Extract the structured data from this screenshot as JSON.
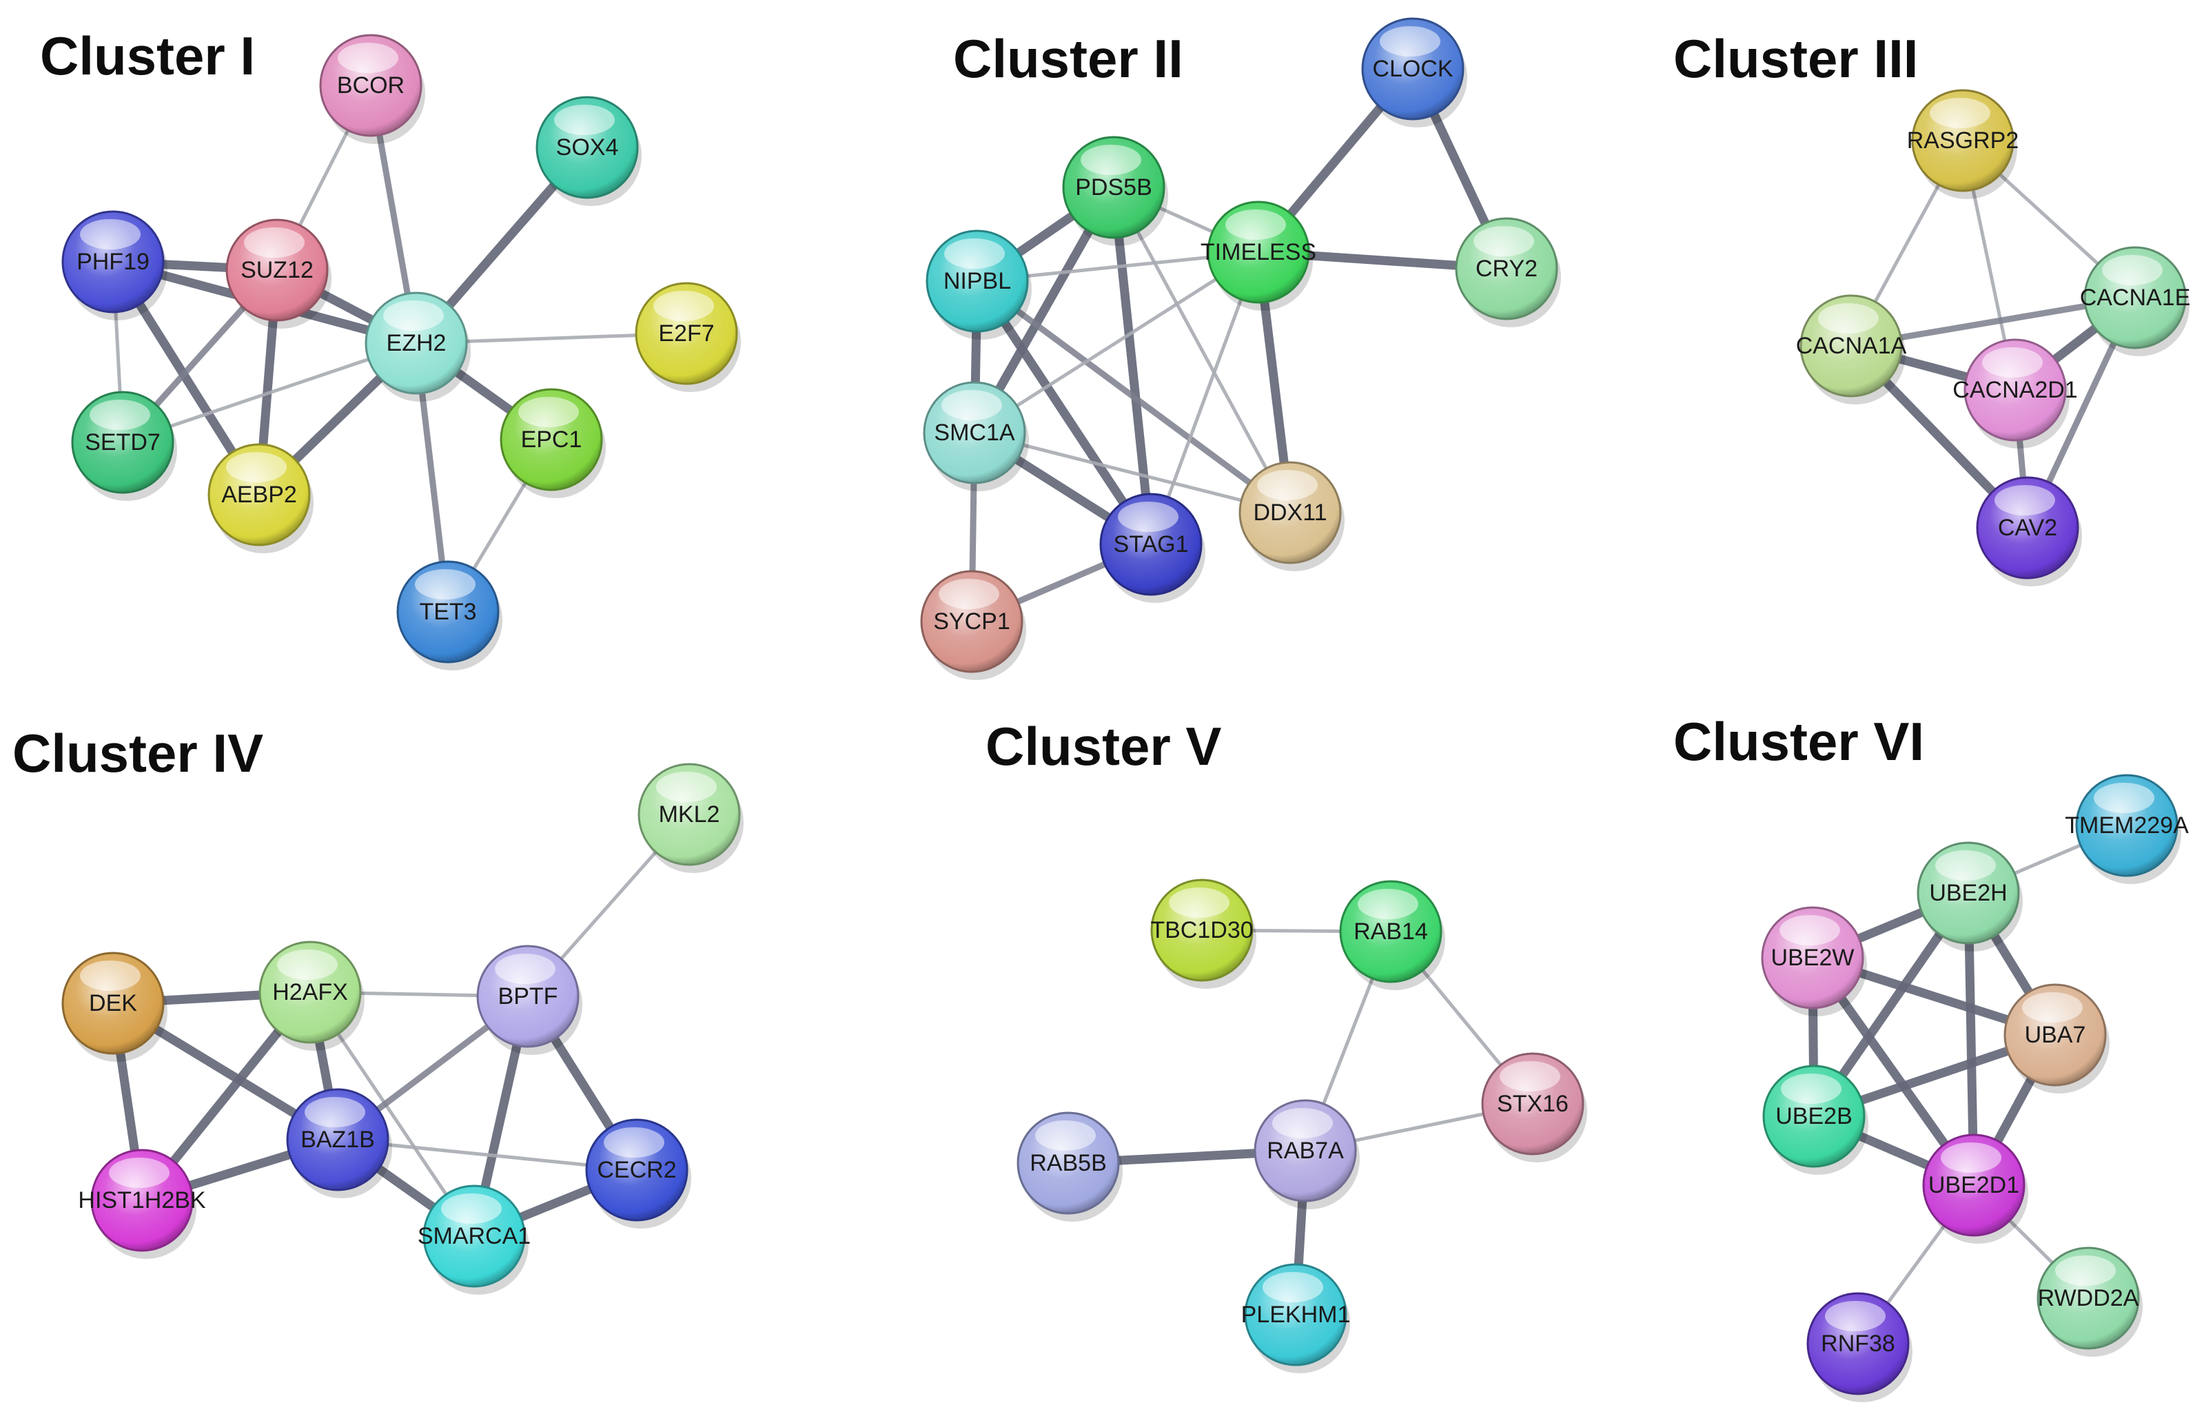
{
  "clusters": [
    {
      "title": "Cluster I",
      "nodes": [
        {
          "id": "BCOR",
          "label": "BCOR",
          "color": "#e08bbd"
        },
        {
          "id": "SOX4",
          "label": "SOX4",
          "color": "#3cc9a8"
        },
        {
          "id": "PHF19",
          "label": "PHF19",
          "color": "#4a4fd6"
        },
        {
          "id": "SUZ12",
          "label": "SUZ12",
          "color": "#e07f95"
        },
        {
          "id": "EZH2",
          "label": "EZH2",
          "color": "#8fe0d2"
        },
        {
          "id": "E2F7",
          "label": "E2F7",
          "color": "#d6d63a"
        },
        {
          "id": "SETD7",
          "label": "SETD7",
          "color": "#3cc27a"
        },
        {
          "id": "AEBP2",
          "label": "AEBP2",
          "color": "#d9d63c"
        },
        {
          "id": "EPC1",
          "label": "EPC1",
          "color": "#7fd43c"
        },
        {
          "id": "TET3",
          "label": "TET3",
          "color": "#3a86d6"
        }
      ],
      "edges": [
        [
          "BCOR",
          "SUZ12",
          "weak"
        ],
        [
          "BCOR",
          "EZH2",
          "medium"
        ],
        [
          "SOX4",
          "EZH2",
          "strong"
        ],
        [
          "PHF19",
          "SUZ12",
          "strong"
        ],
        [
          "PHF19",
          "EZH2",
          "strong"
        ],
        [
          "PHF19",
          "SETD7",
          "weak"
        ],
        [
          "PHF19",
          "AEBP2",
          "strong"
        ],
        [
          "SUZ12",
          "EZH2",
          "strong"
        ],
        [
          "SUZ12",
          "SETD7",
          "medium"
        ],
        [
          "SUZ12",
          "AEBP2",
          "strong"
        ],
        [
          "EZH2",
          "E2F7",
          "weak"
        ],
        [
          "EZH2",
          "SETD7",
          "weak"
        ],
        [
          "EZH2",
          "AEBP2",
          "strong"
        ],
        [
          "EZH2",
          "EPC1",
          "strong"
        ],
        [
          "EZH2",
          "TET3",
          "medium"
        ],
        [
          "EPC1",
          "TET3",
          "weak"
        ]
      ]
    },
    {
      "title": "Cluster II",
      "nodes": [
        {
          "id": "CLOCK",
          "label": "CLOCK",
          "color": "#4a78d6"
        },
        {
          "id": "PDS5B",
          "label": "PDS5B",
          "color": "#3cc96a"
        },
        {
          "id": "TIMELESS",
          "label": "TIMELESS",
          "color": "#3cd45a"
        },
        {
          "id": "NIPBL",
          "label": "NIPBL",
          "color": "#3cc9c9"
        },
        {
          "id": "CRY2",
          "label": "CRY2",
          "color": "#8fd9a0"
        },
        {
          "id": "SMC1A",
          "label": "SMC1A",
          "color": "#8fd9d0"
        },
        {
          "id": "DDX11",
          "label": "DDX11",
          "color": "#d9c08f"
        },
        {
          "id": "STAG1",
          "label": "STAG1",
          "color": "#3c42c9"
        },
        {
          "id": "SYCP1",
          "label": "SYCP1",
          "color": "#d6938a"
        }
      ],
      "edges": [
        [
          "CLOCK",
          "TIMELESS",
          "strong"
        ],
        [
          "CLOCK",
          "CRY2",
          "strong"
        ],
        [
          "TIMELESS",
          "CRY2",
          "strong"
        ],
        [
          "PDS5B",
          "NIPBL",
          "strong"
        ],
        [
          "PDS5B",
          "TIMELESS",
          "weak"
        ],
        [
          "PDS5B",
          "SMC1A",
          "strong"
        ],
        [
          "PDS5B",
          "STAG1",
          "strong"
        ],
        [
          "PDS5B",
          "DDX11",
          "weak"
        ],
        [
          "NIPBL",
          "TIMELESS",
          "weak"
        ],
        [
          "NIPBL",
          "SMC1A",
          "strong"
        ],
        [
          "NIPBL",
          "STAG1",
          "strong"
        ],
        [
          "NIPBL",
          "DDX11",
          "medium"
        ],
        [
          "TIMELESS",
          "SMC1A",
          "weak"
        ],
        [
          "TIMELESS",
          "DDX11",
          "strong"
        ],
        [
          "TIMELESS",
          "STAG1",
          "weak"
        ],
        [
          "SMC1A",
          "STAG1",
          "strong"
        ],
        [
          "SMC1A",
          "DDX11",
          "weak"
        ],
        [
          "SMC1A",
          "SYCP1",
          "medium"
        ],
        [
          "STAG1",
          "SYCP1",
          "medium"
        ]
      ]
    },
    {
      "title": "Cluster III",
      "nodes": [
        {
          "id": "RASGRP2",
          "label": "RASGRP2",
          "color": "#d6c24a"
        },
        {
          "id": "CACNA1E",
          "label": "CACNA1E",
          "color": "#8fd9a8"
        },
        {
          "id": "CACNA1A",
          "label": "CACNA1A",
          "color": "#b8d98f"
        },
        {
          "id": "CACNA2D1",
          "label": "CACNA2D1",
          "color": "#e08fd6"
        },
        {
          "id": "CAV2",
          "label": "CAV2",
          "color": "#6a3cd6"
        }
      ],
      "edges": [
        [
          "RASGRP2",
          "CACNA1A",
          "weak"
        ],
        [
          "RASGRP2",
          "CACNA2D1",
          "weak"
        ],
        [
          "RASGRP2",
          "CACNA1E",
          "weak"
        ],
        [
          "CACNA1A",
          "CACNA1E",
          "medium"
        ],
        [
          "CACNA1A",
          "CACNA2D1",
          "strong"
        ],
        [
          "CACNA1A",
          "CAV2",
          "strong"
        ],
        [
          "CACNA1E",
          "CACNA2D1",
          "strong"
        ],
        [
          "CACNA1E",
          "CAV2",
          "medium"
        ],
        [
          "CACNA2D1",
          "CAV2",
          "medium"
        ]
      ]
    },
    {
      "title": "Cluster IV",
      "nodes": [
        {
          "id": "MKL2",
          "label": "MKL2",
          "color": "#a8e0a0"
        },
        {
          "id": "DEK",
          "label": "DEK",
          "color": "#d6a04a"
        },
        {
          "id": "H2AFX",
          "label": "H2AFX",
          "color": "#a8e08f"
        },
        {
          "id": "BPTF",
          "label": "BPTF",
          "color": "#b0a8e8"
        },
        {
          "id": "BAZ1B",
          "label": "BAZ1B",
          "color": "#4a4fd6"
        },
        {
          "id": "CECR2",
          "label": "CECR2",
          "color": "#3c52d6"
        },
        {
          "id": "HIST1H2BK",
          "label": "HIST1H2BK",
          "color": "#d63cd6"
        },
        {
          "id": "SMARCA1",
          "label": "SMARCA1",
          "color": "#3cd6d6"
        }
      ],
      "edges": [
        [
          "MKL2",
          "BPTF",
          "weak"
        ],
        [
          "DEK",
          "H2AFX",
          "strong"
        ],
        [
          "DEK",
          "BAZ1B",
          "strong"
        ],
        [
          "DEK",
          "HIST1H2BK",
          "strong"
        ],
        [
          "H2AFX",
          "BPTF",
          "weak"
        ],
        [
          "H2AFX",
          "BAZ1B",
          "strong"
        ],
        [
          "H2AFX",
          "HIST1H2BK",
          "strong"
        ],
        [
          "H2AFX",
          "SMARCA1",
          "weak"
        ],
        [
          "BPTF",
          "BAZ1B",
          "medium"
        ],
        [
          "BPTF",
          "SMARCA1",
          "strong"
        ],
        [
          "BPTF",
          "CECR2",
          "strong"
        ],
        [
          "BAZ1B",
          "HIST1H2BK",
          "strong"
        ],
        [
          "BAZ1B",
          "SMARCA1",
          "strong"
        ],
        [
          "BAZ1B",
          "CECR2",
          "weak"
        ],
        [
          "SMARCA1",
          "CECR2",
          "strong"
        ]
      ]
    },
    {
      "title": "Cluster V",
      "nodes": [
        {
          "id": "TBC1D30",
          "label": "TBC1D30",
          "color": "#b8d93c"
        },
        {
          "id": "RAB14",
          "label": "RAB14",
          "color": "#3cd46a"
        },
        {
          "id": "STX16",
          "label": "STX16",
          "color": "#d68fa8"
        },
        {
          "id": "RAB5B",
          "label": "RAB5B",
          "color": "#a0a8e0"
        },
        {
          "id": "RAB7A",
          "label": "RAB7A",
          "color": "#b0a8e0"
        },
        {
          "id": "PLEKHM1",
          "label": "PLEKHM1",
          "color": "#3cc9d6"
        }
      ],
      "edges": [
        [
          "TBC1D30",
          "RAB14",
          "weak"
        ],
        [
          "RAB14",
          "RAB7A",
          "weak"
        ],
        [
          "RAB14",
          "STX16",
          "weak"
        ],
        [
          "RAB7A",
          "STX16",
          "weak"
        ],
        [
          "RAB5B",
          "RAB7A",
          "strong"
        ],
        [
          "RAB7A",
          "PLEKHM1",
          "strong"
        ]
      ]
    },
    {
      "title": "Cluster VI",
      "nodes": [
        {
          "id": "TMEM229A",
          "label": "TMEM229A",
          "color": "#3cb0d6"
        },
        {
          "id": "UBE2H",
          "label": "UBE2H",
          "color": "#8fd9a8"
        },
        {
          "id": "UBE2W",
          "label": "UBE2W",
          "color": "#e08fd0"
        },
        {
          "id": "UBA7",
          "label": "UBA7",
          "color": "#d9b08f"
        },
        {
          "id": "UBE2B",
          "label": "UBE2B",
          "color": "#3cd6a0"
        },
        {
          "id": "UBE2D1",
          "label": "UBE2D1",
          "color": "#c83cd6"
        },
        {
          "id": "RWDD2A",
          "label": "RWDD2A",
          "color": "#8fd9a8"
        },
        {
          "id": "RNF38",
          "label": "RNF38",
          "color": "#6a3cd6"
        }
      ],
      "edges": [
        [
          "TMEM229A",
          "UBE2H",
          "weak"
        ],
        [
          "UBE2H",
          "UBE2W",
          "strong"
        ],
        [
          "UBE2H",
          "UBA7",
          "strong"
        ],
        [
          "UBE2H",
          "UBE2B",
          "strong"
        ],
        [
          "UBE2H",
          "UBE2D1",
          "strong"
        ],
        [
          "UBE2W",
          "UBA7",
          "strong"
        ],
        [
          "UBE2W",
          "UBE2B",
          "strong"
        ],
        [
          "UBE2W",
          "UBE2D1",
          "strong"
        ],
        [
          "UBA7",
          "UBE2B",
          "strong"
        ],
        [
          "UBA7",
          "UBE2D1",
          "strong"
        ],
        [
          "UBE2B",
          "UBE2D1",
          "strong"
        ],
        [
          "UBE2D1",
          "RWDD2A",
          "weak"
        ],
        [
          "UBE2D1",
          "RNF38",
          "weak"
        ]
      ]
    }
  ]
}
